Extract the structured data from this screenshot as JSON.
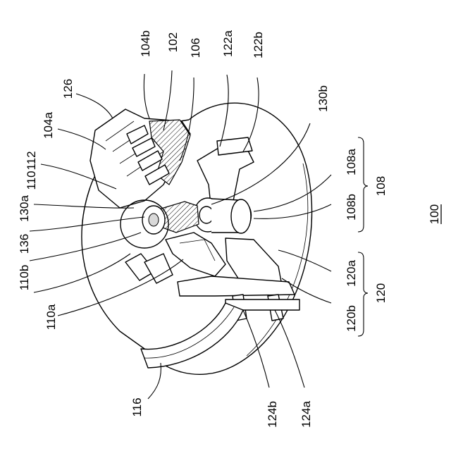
{
  "figure": {
    "labels": [
      {
        "id": "104b",
        "text": "104b"
      },
      {
        "id": "102",
        "text": "102"
      },
      {
        "id": "106",
        "text": "106"
      },
      {
        "id": "122a",
        "text": "122a"
      },
      {
        "id": "122b",
        "text": "122b"
      },
      {
        "id": "126",
        "text": "126"
      },
      {
        "id": "104a",
        "text": "104a"
      },
      {
        "id": "112",
        "text": "112"
      },
      {
        "id": "110",
        "text": "110"
      },
      {
        "id": "130a",
        "text": "130a"
      },
      {
        "id": "136",
        "text": "136"
      },
      {
        "id": "110b",
        "text": "110b"
      },
      {
        "id": "110a",
        "text": "110a"
      },
      {
        "id": "116",
        "text": "116"
      },
      {
        "id": "124b",
        "text": "124b"
      },
      {
        "id": "124a",
        "text": "124a"
      },
      {
        "id": "130b",
        "text": "130b"
      },
      {
        "id": "108a",
        "text": "108a"
      },
      {
        "id": "108",
        "text": "108"
      },
      {
        "id": "108b",
        "text": "108b"
      },
      {
        "id": "120a",
        "text": "120a"
      },
      {
        "id": "120",
        "text": "120"
      },
      {
        "id": "120b",
        "text": "120b"
      },
      {
        "id": "100",
        "text": "100"
      }
    ]
  }
}
